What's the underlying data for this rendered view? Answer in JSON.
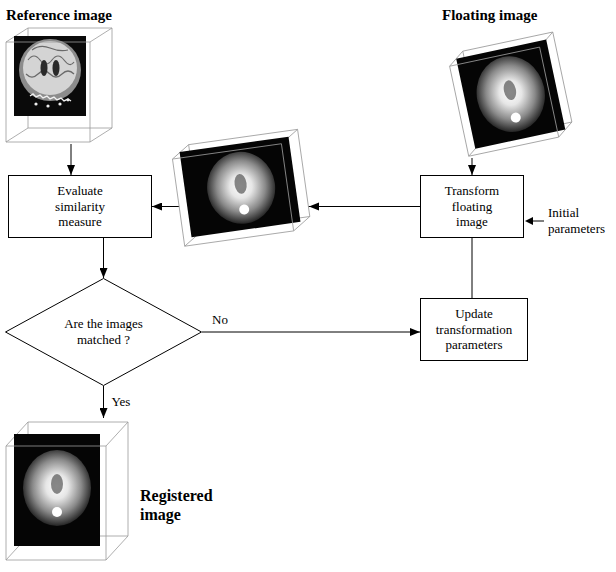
{
  "diagram": {
    "nodes": [
      {
        "text": [
          "Reference image"
        ]
      },
      {
        "text": [
          "Floating image"
        ]
      },
      {
        "text": [
          "Evaluate similarity measure"
        ]
      },
      {
        "text": [
          "Transform floating image"
        ]
      },
      {
        "text": [
          "Are the images matched ?"
        ]
      },
      {
        "text": [
          "Update transformation parameters"
        ]
      },
      {
        "text": [
          "Registered image"
        ]
      }
    ],
    "edges": [
      {
        "from": 0,
        "to": 2,
        "arrow": "to"
      },
      {
        "from": 1,
        "to": 3,
        "arrow": "to"
      },
      {
        "from": 3,
        "to": 2,
        "arrow": "to"
      },
      {
        "from": 2,
        "to": 4,
        "arrow": "to"
      },
      {
        "from": 4,
        "to": 5,
        "label": "No",
        "arrow": "to"
      },
      {
        "from": 5,
        "to": 3,
        "arrow": "to"
      },
      {
        "from": 4,
        "to": 6,
        "label": "Yes",
        "arrow": "to"
      }
    ],
    "labels": [
      "Initial parameters"
    ]
  }
}
